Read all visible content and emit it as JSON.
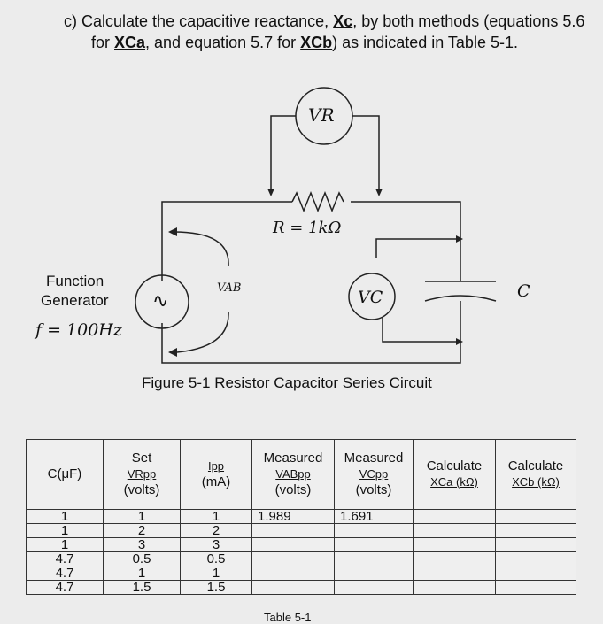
{
  "question": {
    "prefix": "c)",
    "text_a": "Calculate the capacitive reactance, ",
    "xc": "Xc",
    "text_b": ", by both methods (equations 5.6",
    "for": "for ",
    "xca": "XCa",
    "text_c": ", and equation 5.7 for ",
    "xcb": "XCb",
    "text_d": ") as indicated in Table 5-1."
  },
  "circuit": {
    "vr_label": "VR",
    "resistor_label": "R = 1kΩ",
    "vab_label": "VAB",
    "vc_label": "VC",
    "c_label": "C",
    "generator_label_1": "Function",
    "generator_label_2": "Generator",
    "freq_label": "f = 100Hz",
    "source_symbol": "∿"
  },
  "caption": "Figure 5-1 Resistor Capacitor Series Circuit",
  "table": {
    "headers": [
      "C(μF)",
      "Set VRpp (volts)",
      "Ipp (mA)",
      "Measured VABpp (volts)",
      "Measured VCpp (volts)",
      "Calculate XCa (kΩ)",
      "Calculate XCb (kΩ)"
    ],
    "h_c": "C(μF)",
    "h_set": "Set",
    "h_vr": "VRpp",
    "h_volts": "(volts)",
    "h_ipp": "Ipp",
    "h_ma": "(mA)",
    "h_meas": "Measured",
    "h_vab": "VABpp",
    "h_vc": "VCpp",
    "h_calc": "Calculate",
    "h_xca": "XCa (kΩ)",
    "h_xcb": "XCb (kΩ)",
    "rows": [
      [
        "1",
        "1",
        "1",
        "1.989",
        "1.691",
        "",
        ""
      ],
      [
        "1",
        "2",
        "2",
        "",
        "",
        "",
        ""
      ],
      [
        "1",
        "3",
        "3",
        "",
        "",
        "",
        ""
      ],
      [
        "4.7",
        "0.5",
        "0.5",
        "",
        "",
        "",
        ""
      ],
      [
        "4.7",
        "1",
        "1",
        "",
        "",
        "",
        ""
      ],
      [
        "4.7",
        "1.5",
        "1.5",
        "",
        "",
        "",
        ""
      ]
    ],
    "label": "Table 5-1"
  }
}
